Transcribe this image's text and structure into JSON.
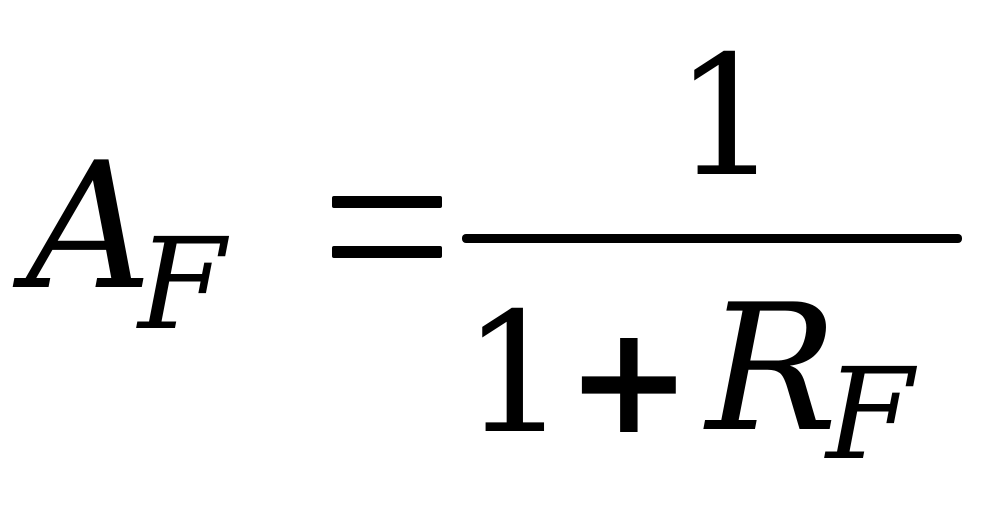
{
  "equation": {
    "lhs": {
      "symbol": "A",
      "subscript": "F"
    },
    "relation": "=",
    "fraction": {
      "numerator": "1",
      "denominator": {
        "constant": "1",
        "operator": "+",
        "symbol": "R",
        "subscript": "F"
      }
    }
  }
}
